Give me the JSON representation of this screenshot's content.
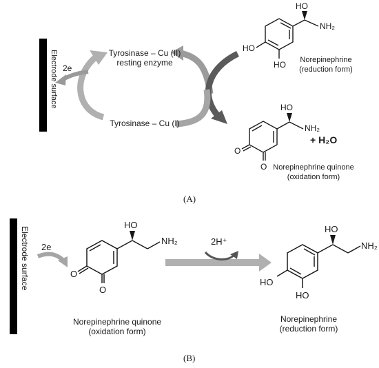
{
  "panel_a": {
    "electrode_label": "Electrode surface",
    "electrons": "2e",
    "enzyme_resting_line1": "Tyrosinase – Cu (II)",
    "enzyme_resting_line2": "resting enzyme",
    "enzyme_reduced": "Tyrosinase – Cu (I)",
    "substrate_name": "Norepinephrine",
    "substrate_form": "(reduction form)",
    "product_name": "Norepinephrine quinone",
    "product_form": "(oxidation form)",
    "water": "+ H₂O",
    "panel_label": "(A)"
  },
  "panel_b": {
    "electrode_label": "Electrode surface",
    "electrons": "2e",
    "protons": "2H⁺",
    "quinone_name": "Norepinephrine quinone",
    "quinone_form": "(oxidation form)",
    "product_name": "Norepinephrine",
    "product_form": "(reduction form)",
    "panel_label": "(B)"
  },
  "atoms": {
    "hydroxyl": "HO",
    "amine": "NH₂",
    "oxygen": "O"
  }
}
